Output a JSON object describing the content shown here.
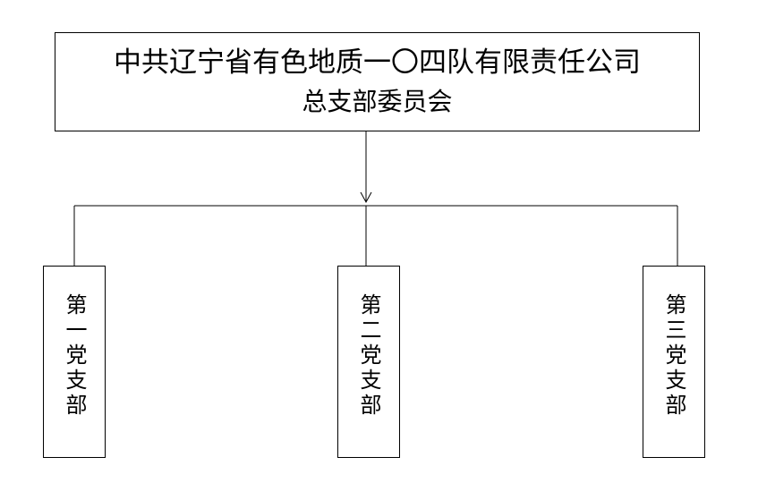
{
  "committee": {
    "line1": "中共辽宁省有色地质一〇四队有限责任公司",
    "line2": "总支部委员会"
  },
  "branches": [
    {
      "label": "第一党支部"
    },
    {
      "label": "第二党支部"
    },
    {
      "label": "第三党支部"
    }
  ]
}
